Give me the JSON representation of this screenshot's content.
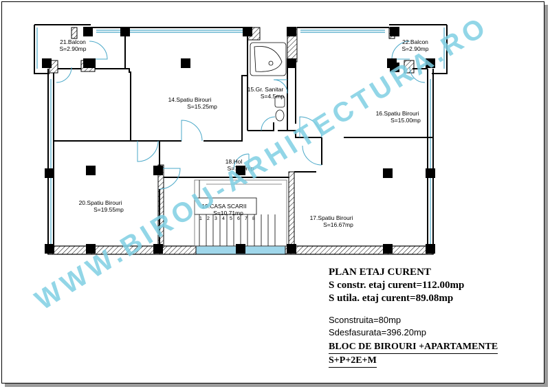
{
  "rooms": {
    "balcon_left": {
      "name": "21.Balcon",
      "area": "S=2.90mp"
    },
    "balcon_right": {
      "name": "22.Balcon",
      "area": "S=2.90mp"
    },
    "birouri_14": {
      "name": "14.Spatiu Birouri",
      "area": "S=15.25mp"
    },
    "sanitar_15": {
      "name": "15.Gr. Sanitar",
      "area": "S=4.5mp"
    },
    "birouri_16": {
      "name": "16.Spatiu Birouri",
      "area": "S=15.00mp"
    },
    "hol_18": {
      "name": "18.Hol",
      "area": "S=7.40mp"
    },
    "birouri_20": {
      "name": "20.Spatiu Birouri",
      "area": "S=19.55mp"
    },
    "casa_scarii_19": {
      "name": "19.CASA SCARII",
      "area": "S=10.71mp"
    },
    "birouri_17": {
      "name": "17.Spatiu Birouri",
      "area": "S=16.67mp"
    }
  },
  "stair_steps": [
    "1",
    "2",
    "3",
    "4",
    "5",
    "6",
    "7",
    "8"
  ],
  "watermark": "WWW.BIROU-ARHITECTURA.RO",
  "info": {
    "title": "PLAN ETAJ CURENT",
    "s_constr": "S constr. etaj curent=112.00mp",
    "s_utila": "S utila. etaj curent=89.08mp",
    "sconstruita": "Sconstruita=80mp",
    "sdesfasurata": "Sdesfasurata=396.20mp",
    "project": "BLOC DE BIROURI +APARTAMENTE",
    "levels": "S+P+2E+M"
  },
  "colors": {
    "wall": "#000000",
    "glazing": "#4aa8c8",
    "watermark": "#7fcfe3"
  }
}
